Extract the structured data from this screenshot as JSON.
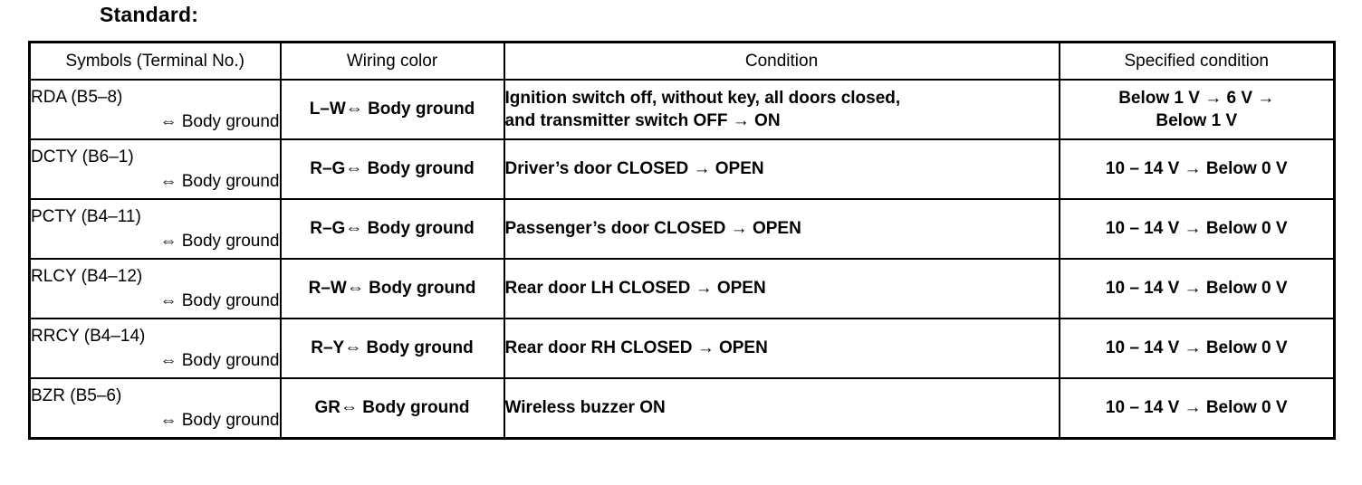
{
  "heading": "Standard:",
  "table": {
    "columns": [
      "Symbols (Terminal No.)",
      "Wiring color",
      "Condition",
      "Specified condition"
    ],
    "rows": [
      {
        "symbol_terminal": "RDA (B5–8)",
        "symbol_reference": "⇔ Body ground",
        "wiring_color": "L–W⇔ Body ground",
        "condition_lines": [
          "Ignition switch off, without key, all doors closed,",
          "and transmitter switch OFF → ON"
        ],
        "specified_lines": [
          "Below 1 V → 6 V →",
          "Below 1 V"
        ]
      },
      {
        "symbol_terminal": "DCTY (B6–1)",
        "symbol_reference": "⇔ Body ground",
        "wiring_color": "R–G⇔ Body ground",
        "condition_lines": [
          "Driver’s door CLOSED → OPEN"
        ],
        "specified_lines": [
          "10 – 14 V → Below 0 V"
        ]
      },
      {
        "symbol_terminal": "PCTY (B4–11)",
        "symbol_reference": "⇔ Body ground",
        "wiring_color": "R–G⇔ Body ground",
        "condition_lines": [
          "Passenger’s door CLOSED → OPEN"
        ],
        "specified_lines": [
          "10 – 14 V → Below 0 V"
        ]
      },
      {
        "symbol_terminal": "RLCY (B4–12)",
        "symbol_reference": "⇔ Body ground",
        "wiring_color": "R–W⇔ Body ground",
        "condition_lines": [
          "Rear door LH CLOSED → OPEN"
        ],
        "specified_lines": [
          "10 – 14 V → Below 0 V"
        ]
      },
      {
        "symbol_terminal": "RRCY (B4–14)",
        "symbol_reference": "⇔ Body ground",
        "wiring_color": "R–Y⇔ Body ground",
        "condition_lines": [
          "Rear door RH CLOSED → OPEN"
        ],
        "specified_lines": [
          "10 – 14 V → Below 0 V"
        ]
      },
      {
        "symbol_terminal": "BZR (B5–6)",
        "symbol_reference": "⇔ Body ground",
        "wiring_color": "GR⇔ Body ground",
        "condition_lines": [
          "Wireless buzzer ON"
        ],
        "specified_lines": [
          "10 – 14 V → Below 0 V"
        ]
      }
    ]
  }
}
